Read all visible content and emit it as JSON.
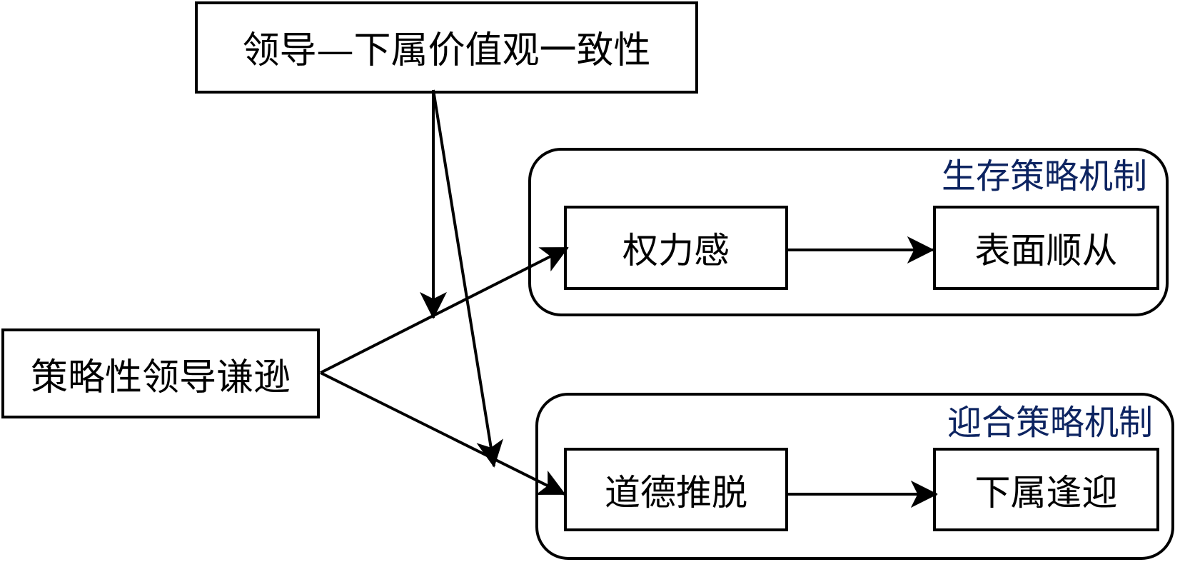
{
  "diagram": {
    "nodes": {
      "value_congruence": "领导—下属价值观一致性",
      "strategic_humility": "策略性领导谦逊",
      "sense_of_power": "权力感",
      "surface_compliance": "表面顺从",
      "moral_disengagement": "道德推脱",
      "subordinate_ingratiation": "下属逢迎"
    },
    "groups": {
      "survival": {
        "title": "生存策略机制"
      },
      "ingratiation": {
        "title": "迎合策略机制"
      }
    },
    "edges": [
      {
        "from": "strategic_humility",
        "to": "sense_of_power",
        "type": "path"
      },
      {
        "from": "strategic_humility",
        "to": "moral_disengagement",
        "type": "path"
      },
      {
        "from": "sense_of_power",
        "to": "surface_compliance",
        "type": "path"
      },
      {
        "from": "moral_disengagement",
        "to": "subordinate_ingratiation",
        "type": "path"
      },
      {
        "from": "value_congruence",
        "to": "path:strategic_humility->sense_of_power",
        "type": "moderation"
      },
      {
        "from": "value_congruence",
        "to": "path:strategic_humility->moral_disengagement",
        "type": "moderation"
      }
    ],
    "colors": {
      "line": "#000000",
      "group_title": "#0d2461",
      "background": "#ffffff"
    }
  }
}
